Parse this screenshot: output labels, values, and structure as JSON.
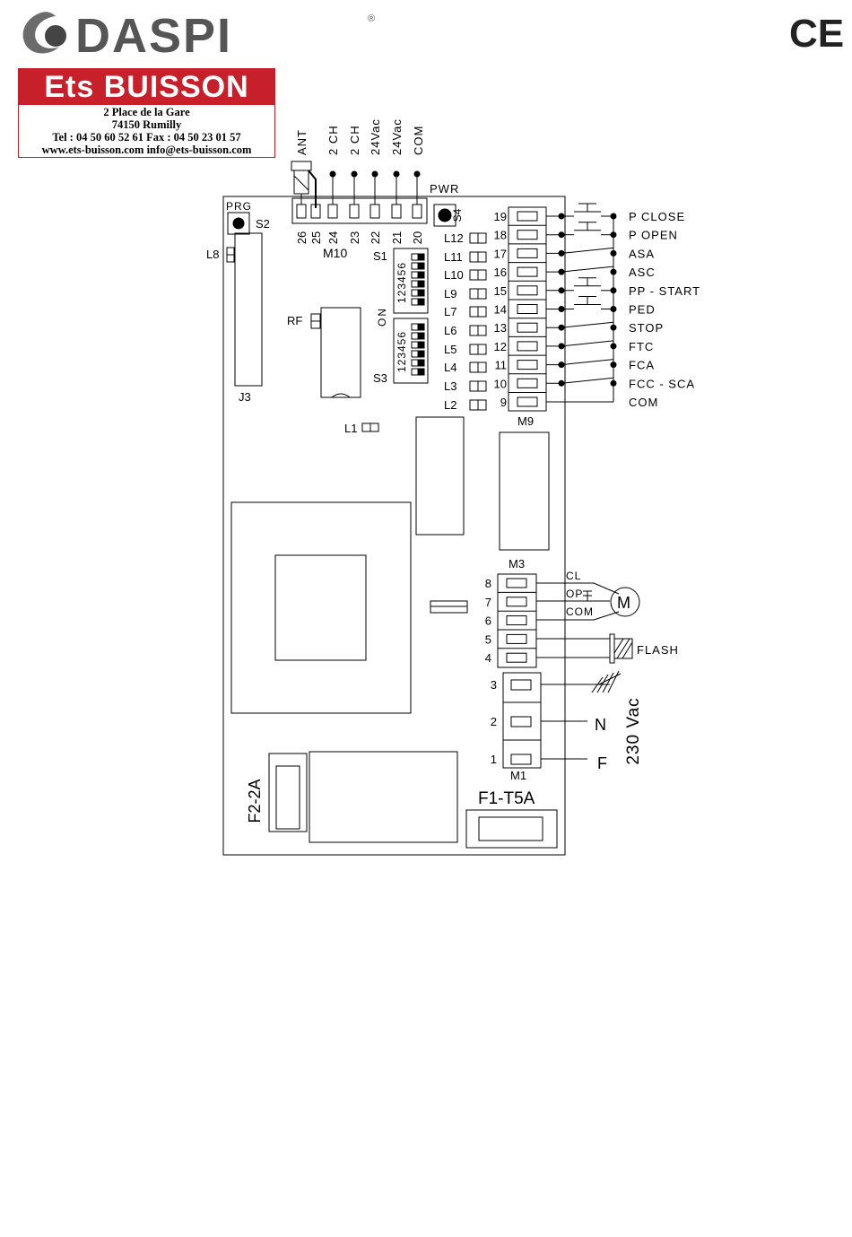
{
  "header": {
    "brand": "DASPI",
    "registered_mark": "®",
    "ce_mark": "CE",
    "dealer": {
      "name": "Ets BUISSON",
      "street": "2 Place de la Gare",
      "city": "74150 Rumilly",
      "phone": "Tel : 04 50 60 52 61  Fax : 04 50 23 01 57",
      "web": "www.ets-buisson.com   info@ets-buisson.com"
    }
  },
  "board": {
    "top_terminals": {
      "name": "M10",
      "numbers": [
        "26",
        "25",
        "24",
        "23",
        "22",
        "21",
        "20"
      ],
      "labels": [
        "ANT",
        "2 CH",
        "2 CH",
        "24Vac",
        "24Vac",
        "COM"
      ]
    },
    "pwr_button": {
      "label": "PWR",
      "id": "S4"
    },
    "prg_button": {
      "label": "PRG",
      "id": "S2"
    },
    "leds": [
      "L8",
      "L1",
      "L12",
      "L11",
      "L10",
      "L9",
      "L7",
      "L6",
      "L5",
      "L4",
      "L3",
      "L2"
    ],
    "dip_switches": [
      {
        "id": "S1",
        "positions": "123456"
      },
      {
        "id": "S3",
        "positions": "123456"
      }
    ],
    "on_label": "ON",
    "rf_label": "RF",
    "j3_label": "J3",
    "m9": {
      "name": "M9",
      "numbers": [
        "19",
        "18",
        "17",
        "16",
        "15",
        "14",
        "13",
        "12",
        "11",
        "10",
        "9"
      ],
      "functions": [
        "P CLOSE",
        "P OPEN",
        "ASA",
        "ASC",
        "PP - START",
        "PED",
        "STOP",
        "FTC",
        "FCA",
        "FCC - SCA",
        "COM"
      ]
    },
    "m3": {
      "name": "M3",
      "numbers": [
        "8",
        "7",
        "6",
        "5",
        "4"
      ],
      "motor_wires": [
        "CL",
        "OP",
        "COM"
      ],
      "motor_symbol": "M",
      "flash_label": "FLASH"
    },
    "m1": {
      "name": "M1",
      "numbers": [
        "3",
        "2",
        "1"
      ],
      "mains_labels": [
        "N",
        "F"
      ],
      "supply": "230 Vac"
    },
    "fuses": [
      "F2-2A",
      "F1-T5A"
    ]
  }
}
